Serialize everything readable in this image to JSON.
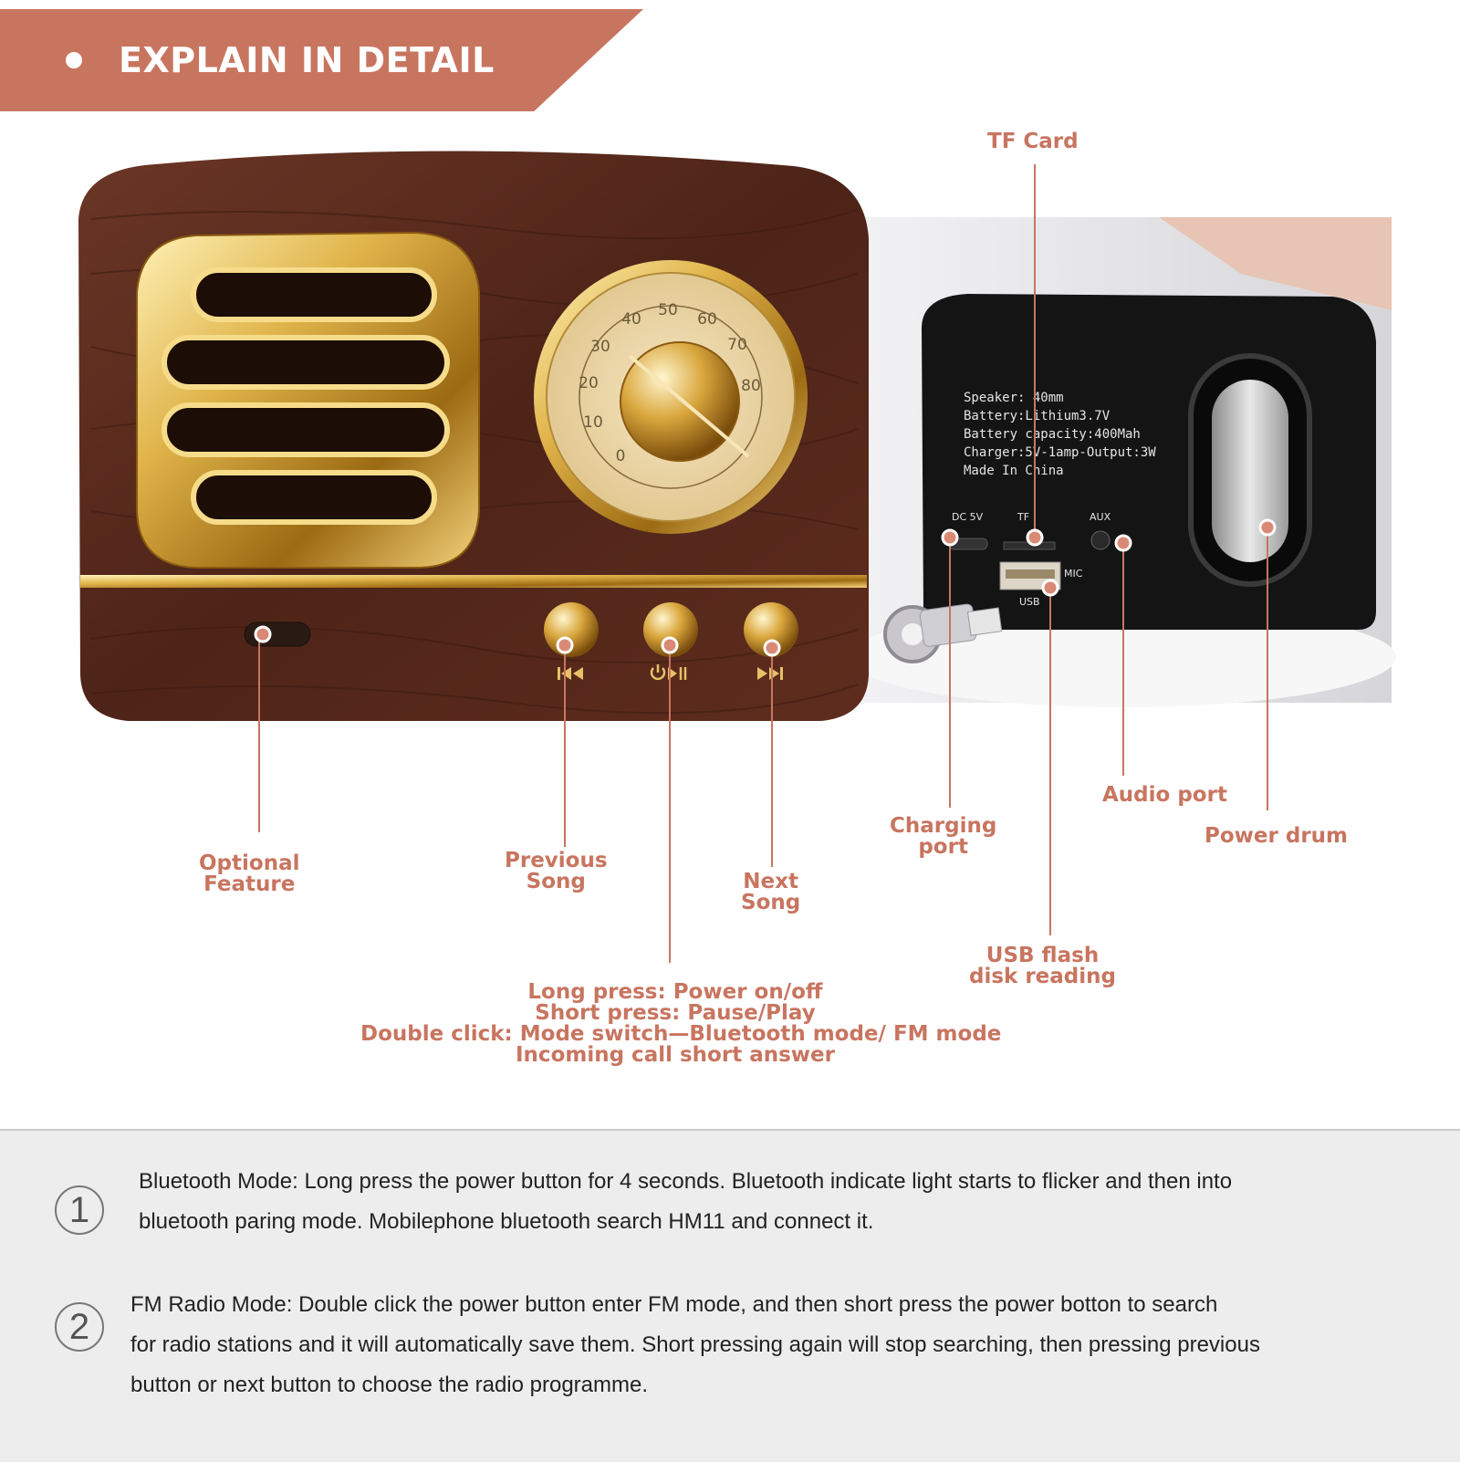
{
  "header": {
    "title": "EXPLAIN IN DETAIL"
  },
  "front_panel": {
    "dial_numbers": [
      "0",
      "10",
      "20",
      "30",
      "40",
      "50",
      "60",
      "70",
      "80"
    ],
    "button_icons": [
      "previous-track-icon",
      "power-play-pause-icon",
      "next-track-icon"
    ]
  },
  "back_panel": {
    "spec_lines": [
      "Speaker:  40mm",
      "Battery:Lithium3.7V",
      "Battery capacity:400Mah",
      "Charger:5V-1amp-Output:3W",
      "Made In China"
    ],
    "port_labels": {
      "dc": "DC 5V",
      "tf": "TF",
      "aux": "AUX",
      "mic": "MIC",
      "usb": "USB"
    }
  },
  "callouts": {
    "tf_card": "TF Card",
    "optional_feature": [
      "Optional",
      "Feature"
    ],
    "previous_song": [
      "Previous",
      "Song"
    ],
    "next_song": [
      "Next",
      "Song"
    ],
    "power_lines": [
      "Long press: Power on/off",
      "Short press: Pause/Play",
      "Double click: Mode switch—Bluetooth mode/ FM mode",
      "Incoming call short answer"
    ],
    "charging_port": [
      "Charging",
      "port"
    ],
    "audio_port": "Audio port",
    "power_drum": "Power drum",
    "usb_flash": [
      "USB flash",
      "disk reading"
    ]
  },
  "instructions": [
    {
      "number": "1",
      "lines": [
        "Bluetooth Mode: Long press the power button for 4 seconds.  Bluetooth indicate light starts to flicker and then into",
        "bluetooth paring mode.  Mobilephone bluetooth search HM11 and connect it."
      ]
    },
    {
      "number": "2",
      "lines": [
        "FM Radio Mode: Double click the power button enter FM mode, and then short press the power botton to search",
        "for radio stations and it will automatically save them.  Short pressing again will stop searching, then pressing previous",
        "button or next button to choose the radio programme."
      ]
    }
  ],
  "colors": {
    "accent": "#c87560",
    "wood": "#5a2a1c",
    "gold": "#d4a23a",
    "panel": "#e8e8e8"
  }
}
